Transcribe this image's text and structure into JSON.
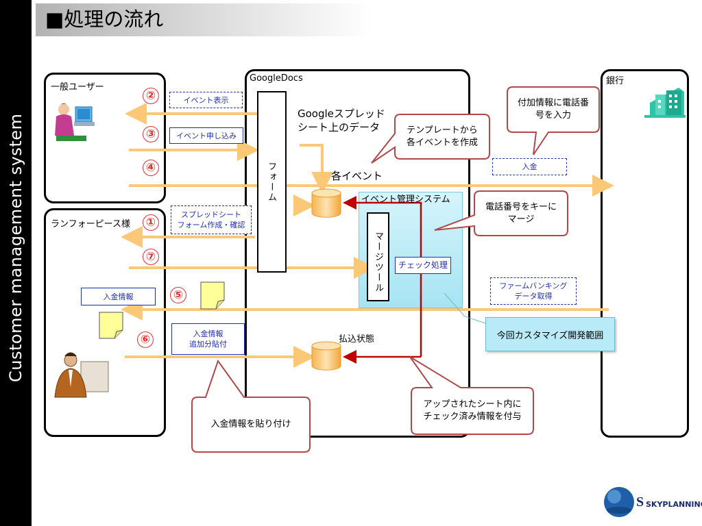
{
  "title": "■処理の流れ",
  "side_label": "Customer management system",
  "panels": {
    "general_user": "一般ユーザー",
    "googledocs": "GoogleDocs",
    "bank": "銀行",
    "ranfo": "ランフォーピース様"
  },
  "steps": [
    "②",
    "③",
    "④",
    "①",
    "⑦",
    "⑤",
    "⑥"
  ],
  "labels": {
    "event_display": "イベント表示",
    "event_apply": "イベント申し込み",
    "spreadsheet_form_line1": "スプレッドシート",
    "spreadsheet_form_line2": "フォーム作成・確認",
    "deposit": "入金",
    "firm_banking_line1": "ファームバンキング",
    "firm_banking_line2": "データ取得",
    "deposit_info": "入金情報",
    "deposit_add_line1": "入金情報",
    "deposit_add_line2": "追加分貼付",
    "google_sheet_line1": "Googleスプレッド",
    "google_sheet_line2": "シート上のデータ",
    "each_event": "各イベント",
    "event_system": "イベント管理システム",
    "form_vertical": "フォーム",
    "merge_tool": "マージツール",
    "check_process": "チェック処理",
    "payment_status": "払込状態",
    "custom_scope": "今回カスタマイズ開発範囲"
  },
  "callouts": {
    "phone_input_line1": "付加情報に電話番",
    "phone_input_line2": "号を入力",
    "template_line1": "テンプレートから",
    "template_line2": "各イベントを作成",
    "phone_key_line1": "電話番号をキーに",
    "phone_key_line2": "マージ",
    "paste": "入金情報を貼り付け",
    "uploaded_line1": "アップされたシート内に",
    "uploaded_line2": "チェック済み情報を付与"
  },
  "logo": "SKYPLANNING",
  "colors": {
    "arrow": "#fbc877",
    "red": "#c00000",
    "callout_border": "#b04848",
    "blue_text": "#1f2fb0",
    "system_fill": "#b8ebf7"
  }
}
